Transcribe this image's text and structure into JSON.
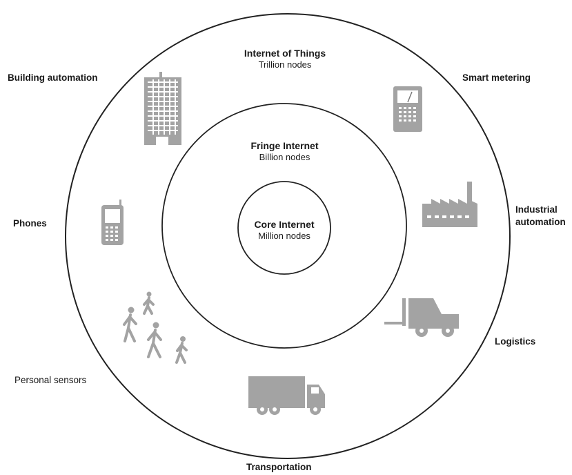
{
  "rings": {
    "outer": {
      "title": "Internet of Things",
      "subtitle": "Trillion nodes"
    },
    "middle": {
      "title": "Fringe Internet",
      "subtitle": "Billion nodes"
    },
    "inner": {
      "title": "Core Internet",
      "subtitle": "Million nodes"
    }
  },
  "segments": {
    "building": "Building automation",
    "smart_metering": "Smart metering",
    "phones": "Phones",
    "industrial_1": "Industrial",
    "industrial_2": "automation",
    "logistics": "Logistics",
    "personal_sensors": "Personal sensors",
    "transportation": "Transportation"
  },
  "icons": [
    "building-icon",
    "smart-meter-icon",
    "factory-icon",
    "phone-icon",
    "forklift-icon",
    "pedestrians-icon",
    "truck-icon"
  ],
  "colors": {
    "stroke": "#222222",
    "icon": "#9a9a9a"
  }
}
